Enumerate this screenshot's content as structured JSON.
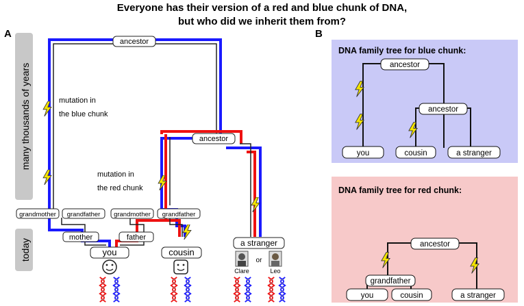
{
  "title_line1": "Everyone has their version of a red and blue chunk of DNA,",
  "title_line2": "but who did we inherit them from?",
  "panel_a": {
    "letter": "A",
    "time_axis_top": "many thousands of years",
    "time_axis_bottom": "today",
    "nodes": {
      "ancestor_top": "ancestor",
      "ancestor_mid": "ancestor",
      "grandmother_1": "grandmother",
      "grandfather_1": "grandfather",
      "grandmother_2": "grandmother",
      "grandfather_2": "grandfather",
      "mother": "mother",
      "father": "father",
      "you": "you",
      "cousin": "cousin",
      "stranger": "a stranger"
    },
    "annotations": {
      "blue_mutation_1": "mutation in",
      "blue_mutation_2": "the blue chunk",
      "red_mutation_1": "mutation in",
      "red_mutation_2": "the red chunk"
    },
    "stranger_options": {
      "person_1": "Clare",
      "or": "or",
      "person_2": "Leo"
    }
  },
  "panel_b": {
    "letter": "B",
    "blue_tree": {
      "title": "DNA family tree for blue chunk:",
      "root": "ancestor",
      "inner": "ancestor",
      "leaves": [
        "you",
        "cousin",
        "a stranger"
      ]
    },
    "red_tree": {
      "title": "DNA family tree for red chunk:",
      "root": "ancestor",
      "inner": "grandfather",
      "leaves": [
        "you",
        "cousin",
        "a stranger"
      ]
    }
  },
  "colors": {
    "blue": "#1a1aff",
    "red": "#ee1111",
    "dark": "#222222",
    "blue_panel": "#c9c9f7",
    "red_panel": "#f7c9c9",
    "axis_band": "#c8c8c8",
    "lightning": "#f5e400"
  }
}
